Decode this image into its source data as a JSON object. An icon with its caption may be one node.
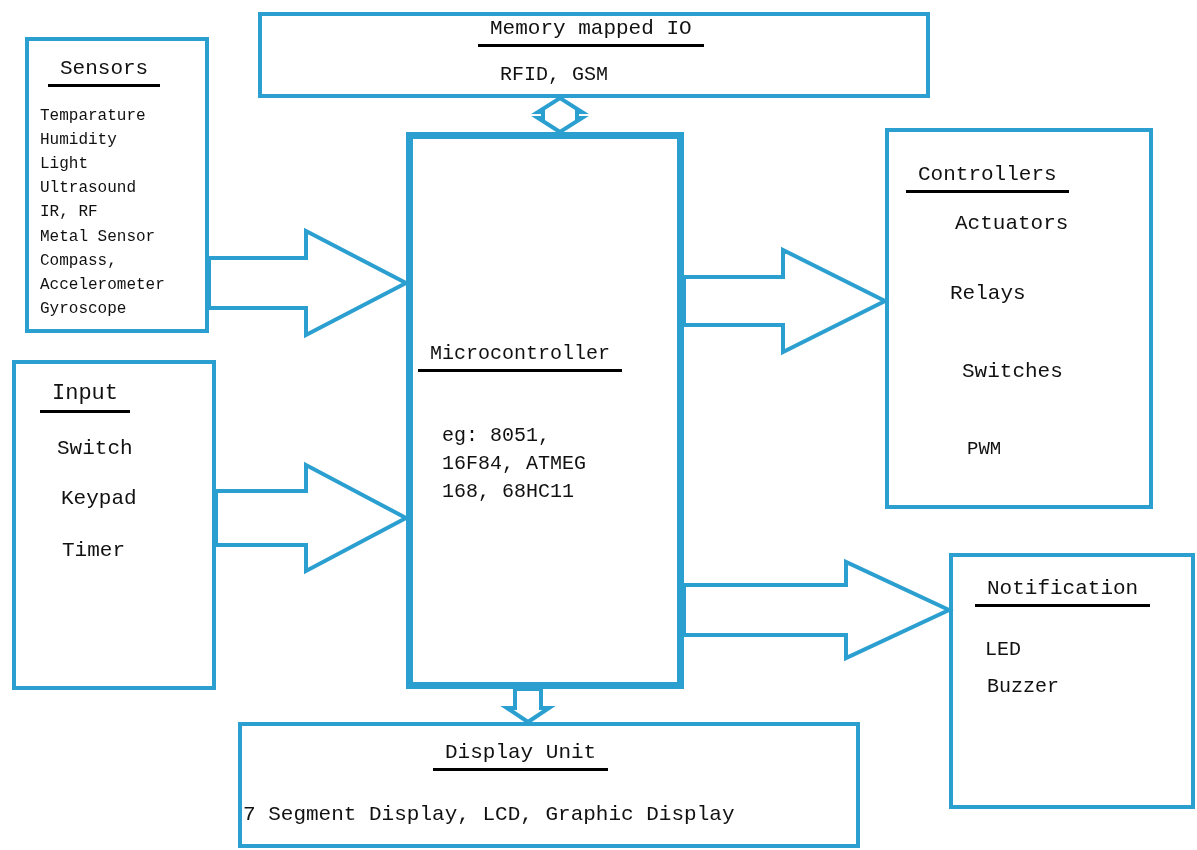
{
  "diagram": {
    "nodes": [
      {
        "text": [
          "Memory mapped IO",
          "RFID, GSM"
        ]
      },
      {
        "text": [
          "Sensors",
          "Temparature",
          "Humidity",
          "Light",
          "Ultrasound",
          "IR, RF",
          "Metal Sensor",
          "Compass,",
          "Accelerometer",
          "Gyroscope"
        ]
      },
      {
        "text": [
          "Microcontroller",
          "eg: 8051, 16F84, ATMEG 168, 68HC11"
        ]
      },
      {
        "text": [
          "Controllers",
          "Actuators",
          "Relays",
          "Switches",
          "PWM"
        ]
      },
      {
        "text": [
          "Input",
          "Switch",
          "Keypad",
          "Timer"
        ]
      },
      {
        "text": [
          "Notification",
          "LED",
          "Buzzer"
        ]
      },
      {
        "text": [
          "Display Unit",
          "7 Segment Display, LCD, Graphic Display"
        ]
      }
    ],
    "edges": [
      {
        "from": 2,
        "to": 0,
        "arrow": "both"
      },
      {
        "from": 1,
        "to": 2,
        "arrow": "to"
      },
      {
        "from": 2,
        "to": 3,
        "arrow": "to"
      },
      {
        "from": 4,
        "to": 2,
        "arrow": "to"
      },
      {
        "from": 2,
        "to": 5,
        "arrow": "to"
      },
      {
        "from": 2,
        "to": 6,
        "arrow": "to"
      }
    ]
  }
}
